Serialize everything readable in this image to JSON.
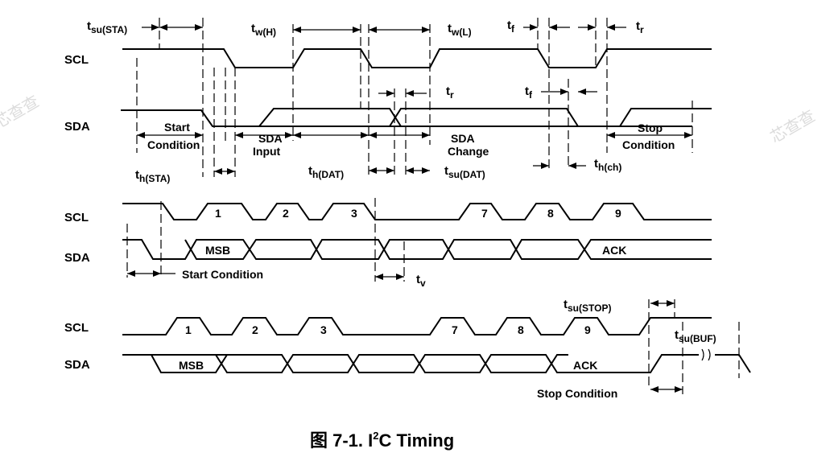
{
  "watermark": "芯查查",
  "signals": {
    "scl": "SCL",
    "sda": "SDA"
  },
  "caption": {
    "prefix": "图 7-1. I",
    "sup": "2",
    "suffix": "C Timing"
  },
  "params": {
    "tsu_sta": {
      "main": "t",
      "sub": "su(STA)"
    },
    "tw_h": {
      "main": "t",
      "sub": "w(H)"
    },
    "tw_l": {
      "main": "t",
      "sub": "w(L)"
    },
    "tf": {
      "main": "t",
      "sub": "f"
    },
    "tr": {
      "main": "t",
      "sub": "r"
    },
    "th_sta": {
      "main": "t",
      "sub": "h(STA)"
    },
    "th_dat": {
      "main": "t",
      "sub": "h(DAT)"
    },
    "tsu_dat": {
      "main": "t",
      "sub": "su(DAT)"
    },
    "th_ch": {
      "main": "t",
      "sub": "h(ch)"
    },
    "tv": {
      "main": "t",
      "sub": "v"
    },
    "tsu_stop": {
      "main": "t",
      "sub": "su(STOP)"
    },
    "tsu_buf": {
      "main": "t",
      "sub": "su(BUF)"
    }
  },
  "labels": {
    "start_1": "Start",
    "condition_1": "Condition",
    "sda_input_1": "SDA",
    "sda_input_2": "Input",
    "sda_change_1": "SDA",
    "sda_change_2": "Change",
    "stop_1": "Stop",
    "stop_2": "Condition",
    "start_condition": "Start Condition",
    "stop_condition": "Stop Condition",
    "msb": "MSB",
    "ack": "ACK"
  },
  "bits": [
    "1",
    "2",
    "3",
    "7",
    "8",
    "9"
  ]
}
